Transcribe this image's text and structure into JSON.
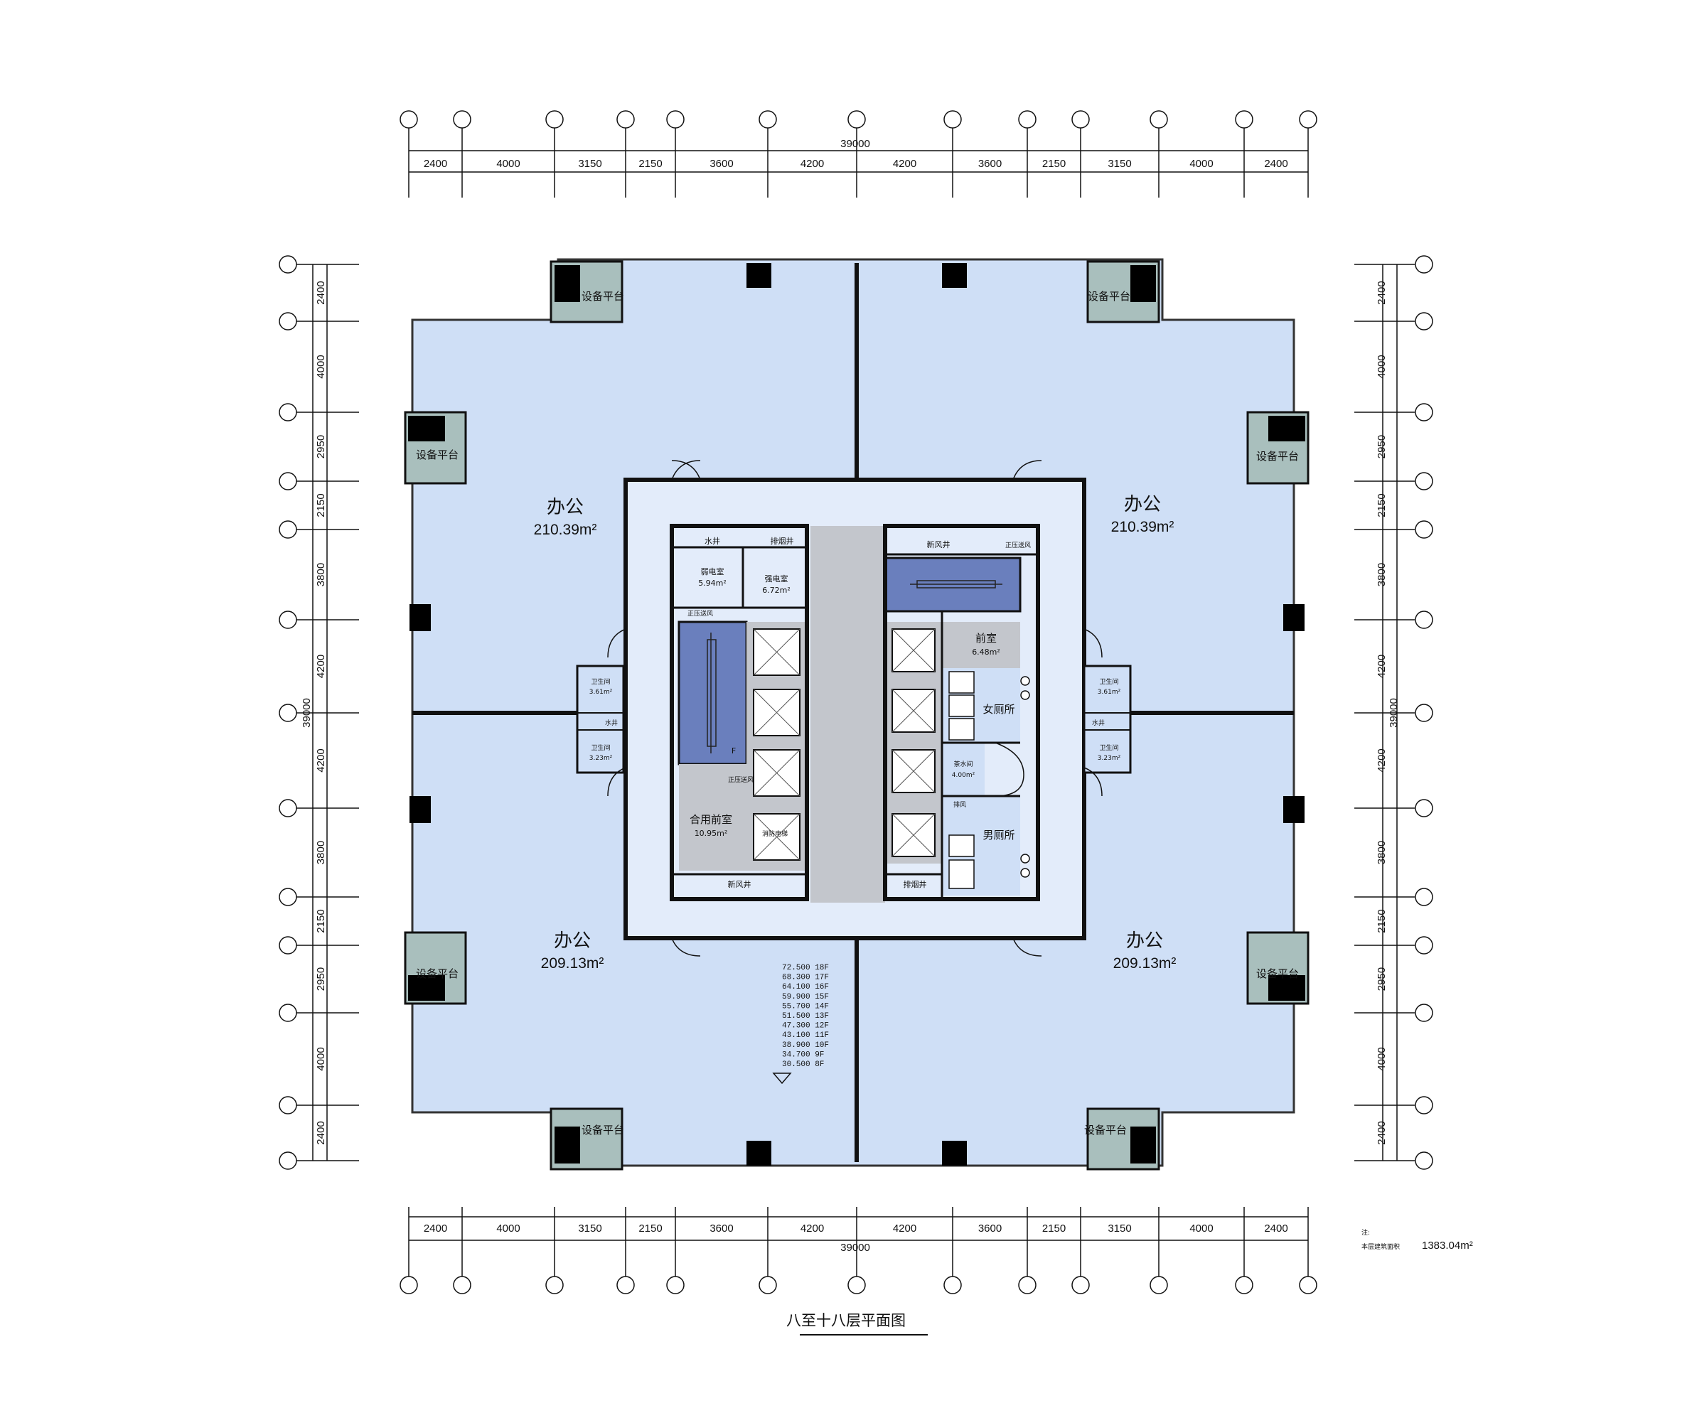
{
  "title": "八至十八层平面图",
  "note": {
    "label": "注:",
    "line": "本层建筑面积",
    "value": "1383.04m²"
  },
  "dimensions": {
    "horizontal": [
      "2400",
      "4000",
      "3150",
      "2150",
      "3600",
      "4200",
      "4200",
      "3600",
      "2150",
      "3150",
      "4000",
      "2400"
    ],
    "vertical": [
      "2400",
      "4000",
      "2950",
      "2150",
      "3800",
      "4200",
      "4200",
      "3800",
      "2150",
      "2950",
      "4000",
      "2400"
    ],
    "total": "39000"
  },
  "offices": [
    {
      "name": "办公",
      "area": "210.39m²"
    },
    {
      "name": "办公",
      "area": "210.39m²"
    },
    {
      "name": "办公",
      "area": "209.13m²"
    },
    {
      "name": "办公",
      "area": "209.13m²"
    }
  ],
  "platform_label": "设备平台",
  "core": {
    "water_shaft": "水井",
    "smoke_shaft": "排烟井",
    "fresh_air_shaft": "新风井",
    "weak_room": {
      "name": "弱电室",
      "area": "5.94m²"
    },
    "strong_room": {
      "name": "强电室",
      "area": "6.72m²"
    },
    "pressure_a": "正压送风",
    "pressure_b": "正压送风",
    "shared_lobby": {
      "name": "合用前室",
      "area": "10.95m²"
    },
    "fire_elevator": "消防电梯",
    "front_room": {
      "name": "前室",
      "area": "6.48m²"
    },
    "womens_wc": "女厕所",
    "mens_wc": "男厕所",
    "tea_room": {
      "name": "茶水间",
      "area": "4.00m²"
    },
    "exhaust": "排风",
    "f_marker": "F"
  },
  "side_rooms": {
    "wc_name": "卫生间",
    "wc_upper_area": "3.61m²",
    "wc_lower_area": "3.23m²",
    "water_shaft": "水井"
  },
  "levels": [
    "72.500 18F",
    "68.300 17F",
    "64.100 16F",
    "59.900 15F",
    "55.700 14F",
    "51.500 13F",
    "47.300 12F",
    "43.100 11F",
    "38.900 10F",
    "34.700 9F",
    "30.500 8F"
  ]
}
